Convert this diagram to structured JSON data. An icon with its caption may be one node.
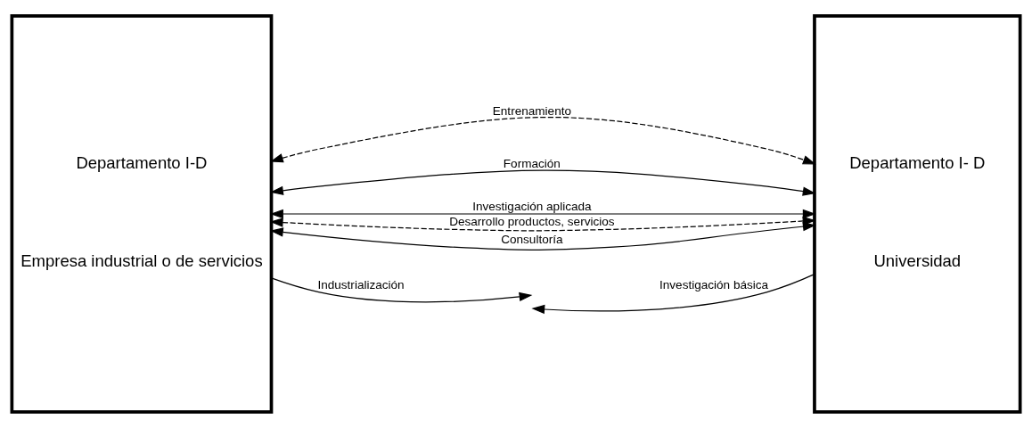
{
  "diagram": {
    "nodes": [
      {
        "text": [
          "Departamento I-D",
          "Empresa industrial o de servicios"
        ]
      },
      {
        "text": [
          "Departamento I- D",
          "Universidad"
        ]
      }
    ],
    "edges": [
      {
        "from": 0,
        "to": null,
        "arrow": "to",
        "label": "Industrialización"
      },
      {
        "from": 0,
        "to": 1,
        "arrow": "both",
        "label": "Entrenamiento",
        "style": "dashed"
      },
      {
        "from": 0,
        "to": 1,
        "arrow": "both",
        "label": "Formación"
      },
      {
        "from": 1,
        "to": null,
        "arrow": "to",
        "label": "Investigación básica"
      },
      {
        "from": 0,
        "to": 1,
        "arrow": "both",
        "label": "Investigación aplicada"
      },
      {
        "from": 0,
        "to": 1,
        "arrow": "both",
        "label": "Desarrollo productos, servicios",
        "style": "dashed"
      },
      {
        "from": 0,
        "to": 1,
        "arrow": "both",
        "label": "Consultoría"
      }
    ]
  }
}
